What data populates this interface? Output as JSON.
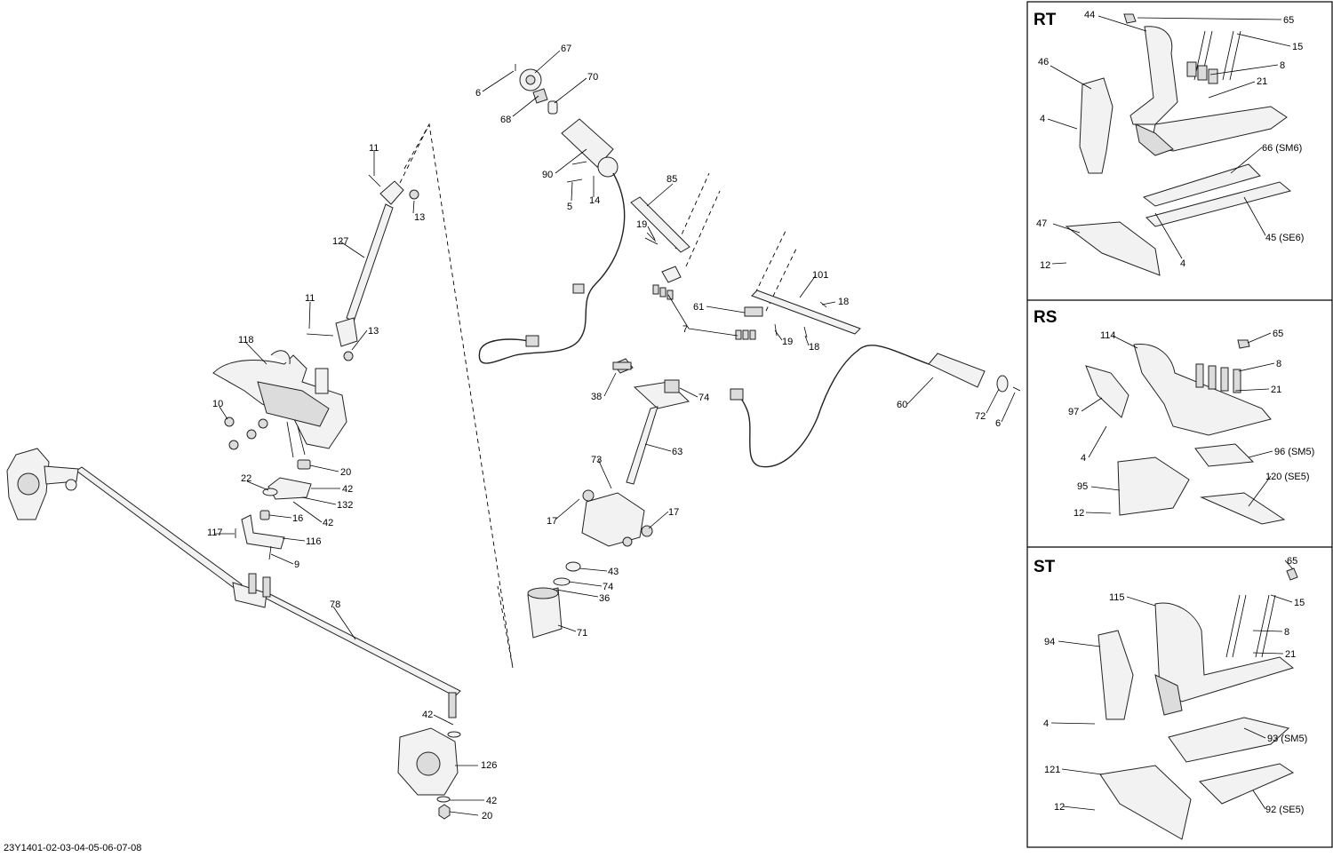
{
  "diagram_code": "23Y1401-02-03-04-05-06-07-08",
  "main_callouts": [
    {
      "id": "c6a",
      "text": "6"
    },
    {
      "id": "c67",
      "text": "67"
    },
    {
      "id": "c68",
      "text": "68"
    },
    {
      "id": "c70",
      "text": "70"
    },
    {
      "id": "c90",
      "text": "90"
    },
    {
      "id": "c5",
      "text": "5"
    },
    {
      "id": "c14",
      "text": "14"
    },
    {
      "id": "c85",
      "text": "85"
    },
    {
      "id": "c19a",
      "text": "19"
    },
    {
      "id": "c61",
      "text": "61"
    },
    {
      "id": "c7",
      "text": "7"
    },
    {
      "id": "c101",
      "text": "101"
    },
    {
      "id": "c18a",
      "text": "18"
    },
    {
      "id": "c19b",
      "text": "19"
    },
    {
      "id": "c18b",
      "text": "18"
    },
    {
      "id": "c60",
      "text": "60"
    },
    {
      "id": "c72",
      "text": "72"
    },
    {
      "id": "c6b",
      "text": "6"
    },
    {
      "id": "c38",
      "text": "38"
    },
    {
      "id": "c74a",
      "text": "74"
    },
    {
      "id": "c63",
      "text": "63"
    },
    {
      "id": "c73",
      "text": "73"
    },
    {
      "id": "c17a",
      "text": "17"
    },
    {
      "id": "c17b",
      "text": "17"
    },
    {
      "id": "c43",
      "text": "43"
    },
    {
      "id": "c74b",
      "text": "74"
    },
    {
      "id": "c36",
      "text": "36"
    },
    {
      "id": "c71",
      "text": "71"
    },
    {
      "id": "c11a",
      "text": "11"
    },
    {
      "id": "c13a",
      "text": "13"
    },
    {
      "id": "c127",
      "text": "127"
    },
    {
      "id": "c11b",
      "text": "11"
    },
    {
      "id": "c13b",
      "text": "13"
    },
    {
      "id": "c118",
      "text": "118"
    },
    {
      "id": "c10",
      "text": "10"
    },
    {
      "id": "c20a",
      "text": "20"
    },
    {
      "id": "c22",
      "text": "22"
    },
    {
      "id": "c42a",
      "text": "42"
    },
    {
      "id": "c132",
      "text": "132"
    },
    {
      "id": "c16",
      "text": "16"
    },
    {
      "id": "c42b",
      "text": "42"
    },
    {
      "id": "c117",
      "text": "117"
    },
    {
      "id": "c116",
      "text": "116"
    },
    {
      "id": "c9",
      "text": "9"
    },
    {
      "id": "c78",
      "text": "78"
    },
    {
      "id": "c42c",
      "text": "42"
    },
    {
      "id": "c126",
      "text": "126"
    },
    {
      "id": "c42d",
      "text": "42"
    },
    {
      "id": "c20b",
      "text": "20"
    }
  ],
  "panels": {
    "rt": {
      "title": "RT",
      "callouts": [
        {
          "id": "rt44",
          "text": "44"
        },
        {
          "id": "rt65",
          "text": "65"
        },
        {
          "id": "rt15",
          "text": "15"
        },
        {
          "id": "rt46",
          "text": "46"
        },
        {
          "id": "rt8",
          "text": "8"
        },
        {
          "id": "rt21",
          "text": "21"
        },
        {
          "id": "rt4a",
          "text": "4"
        },
        {
          "id": "rt66",
          "text": "66 (SM6)"
        },
        {
          "id": "rt47",
          "text": "47"
        },
        {
          "id": "rt45",
          "text": "45 (SE6)"
        },
        {
          "id": "rt4b",
          "text": "4"
        },
        {
          "id": "rt12",
          "text": "12"
        }
      ]
    },
    "rs": {
      "title": "RS",
      "callouts": [
        {
          "id": "rs114",
          "text": "114"
        },
        {
          "id": "rs65",
          "text": "65"
        },
        {
          "id": "rs8",
          "text": "8"
        },
        {
          "id": "rs21",
          "text": "21"
        },
        {
          "id": "rs97",
          "text": "97"
        },
        {
          "id": "rs4",
          "text": "4"
        },
        {
          "id": "rs96",
          "text": "96 (SM5)"
        },
        {
          "id": "rs95",
          "text": "95"
        },
        {
          "id": "rs120",
          "text": "120 (SE5)"
        },
        {
          "id": "rs12",
          "text": "12"
        }
      ]
    },
    "st": {
      "title": "ST",
      "callouts": [
        {
          "id": "st65",
          "text": "65"
        },
        {
          "id": "st115",
          "text": "115"
        },
        {
          "id": "st15",
          "text": "15"
        },
        {
          "id": "st94",
          "text": "94"
        },
        {
          "id": "st8",
          "text": "8"
        },
        {
          "id": "st21",
          "text": "21"
        },
        {
          "id": "st4",
          "text": "4"
        },
        {
          "id": "st93",
          "text": "93 (SM5)"
        },
        {
          "id": "st121",
          "text": "121"
        },
        {
          "id": "st12",
          "text": "12"
        },
        {
          "id": "st92",
          "text": "92 (SE5)"
        }
      ]
    }
  }
}
